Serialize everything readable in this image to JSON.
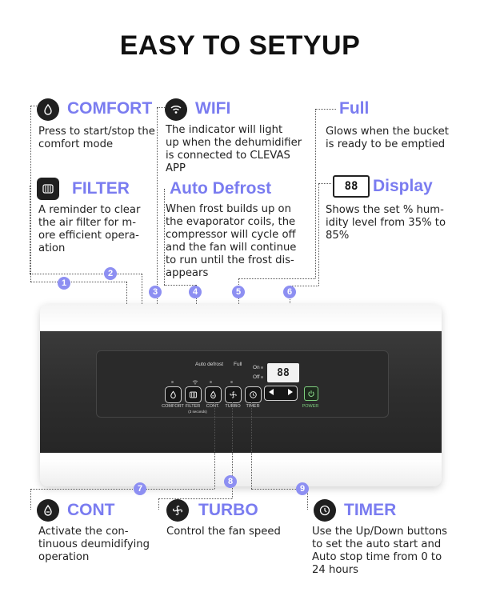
{
  "title": "EASY TO SETYUP",
  "features": {
    "comfort": {
      "title": "COMFORT",
      "desc": "Press to start/stop the comfort mode"
    },
    "wifi": {
      "title": "WIFI",
      "desc_lines": [
        "The indicator will light",
        "up when the dehumidifier",
        "is connected to CLEVAS",
        "APP"
      ]
    },
    "full": {
      "title": "Full",
      "desc_lines": [
        "Glows when the bucket",
        "is ready to be emptied"
      ]
    },
    "filter": {
      "title": "FILTER",
      "desc_lines": [
        "A reminder to clear",
        "the air filter for m-",
        "ore efficient opera-",
        "ation"
      ]
    },
    "auto_defrost": {
      "title": "Auto Defrost",
      "desc_lines": [
        "When frost builds up on",
        "the evaporator coils, the",
        "compressor will cycle off",
        "and the fan will continue",
        "to run until the frost dis-",
        "appears"
      ]
    },
    "display": {
      "title": "Display",
      "icon_text": "88",
      "desc_lines": [
        "Shows the set % hum-",
        "idity level from 35% to",
        "85%"
      ]
    },
    "cont": {
      "title": "CONT",
      "desc_lines": [
        "Activate the con-",
        "tinuous deumidifying",
        "operation"
      ]
    },
    "turbo": {
      "title": "TURBO",
      "desc": "Control the fan speed"
    },
    "timer": {
      "title": "TIMER",
      "desc_lines": [
        "Use the Up/Down buttons",
        "to set the auto start and",
        "Auto stop time from 0 to",
        "24 hours"
      ]
    }
  },
  "numbers": [
    "1",
    "2",
    "3",
    "4",
    "5",
    "6",
    "7",
    "8",
    "9"
  ],
  "panel": {
    "auto_defrost": "Auto defrost",
    "full": "Full",
    "on": "On",
    "off": "Off",
    "lcd": "88",
    "buttons": [
      "COMFORT",
      "FILTER",
      "CONT.",
      "TURBO",
      "TIMER"
    ],
    "filter_sub": "(3 seconds)",
    "power": "POWER"
  },
  "colors": {
    "accent": "#7a7cf0",
    "marker": "#8d8ff2",
    "panel": "#2e2e2e",
    "power": "#7fd07f"
  }
}
